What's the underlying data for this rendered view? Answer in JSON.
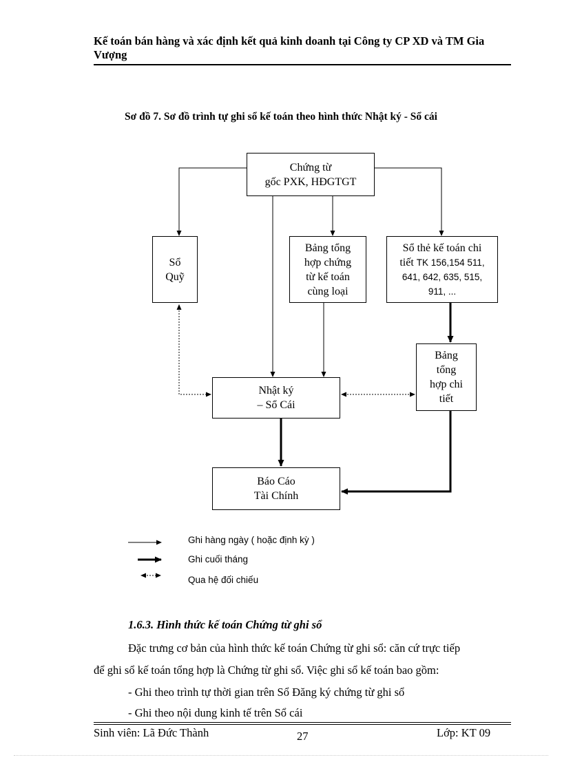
{
  "header": {
    "title": "Kế toán bán hàng và xác định kết quả kinh doanh tại Công ty CP XD và TM Gia Vượng"
  },
  "diagram": {
    "caption": "Sơ đồ 7. Sơ đồ trình tự ghi sổ kế toán theo hình thức Nhật ký - Sổ cái",
    "nodes": {
      "chung_tu": [
        "Chứng từ",
        "gốc PXK, HĐGTGT"
      ],
      "so_quy": [
        "Sổ",
        "Quỹ"
      ],
      "bang_tong_hop_chung_tu": [
        "Bảng tổng",
        "hợp chứng",
        "từ kế toán",
        "cùng loại"
      ],
      "so_the_chi_tiet": [
        "Sổ thẻ kế toán chi",
        "tiết",
        "TK 156,154 511,",
        "641, 642, 635, 515,",
        "911, ..."
      ],
      "bang_tong_hop_chi_tiet": [
        "Bảng",
        "tổng",
        "hợp chi",
        "tiết"
      ],
      "nhat_ky_so_cai": [
        "Nhật ký",
        "– Sổ Cái"
      ],
      "bao_cao_tai_chinh": [
        "Báo Cáo",
        "Tài Chính"
      ]
    },
    "legend": {
      "daily": "Ghi hàng ngày ( hoặc định kỳ )",
      "end_of_month": "Ghi cuối tháng",
      "cross_check": "Qua hệ đối chiếu"
    }
  },
  "section": {
    "heading": "1.6.3. Hình thức kế toán Chứng từ ghi sổ",
    "paragraph_line1": "Đặc trưng cơ bản của hình thức kế toán Chứng từ ghi sổ: căn cứ trực tiếp",
    "paragraph_line2": "để ghi  sổ kế toán tổng hợp là Chứng từ ghi sổ. Việc ghi sổ kế toán bao gồm:",
    "bullets": [
      "- Ghi theo trình tự thời gian trên Sổ Đăng ký chứng từ ghi sổ",
      "- Ghi theo nội dung kinh tế  trên Sổ cái"
    ]
  },
  "footer": {
    "student": "Sinh viên: Lã Đức Thành",
    "page_number": "27",
    "class": "Lớp: KT 09"
  }
}
